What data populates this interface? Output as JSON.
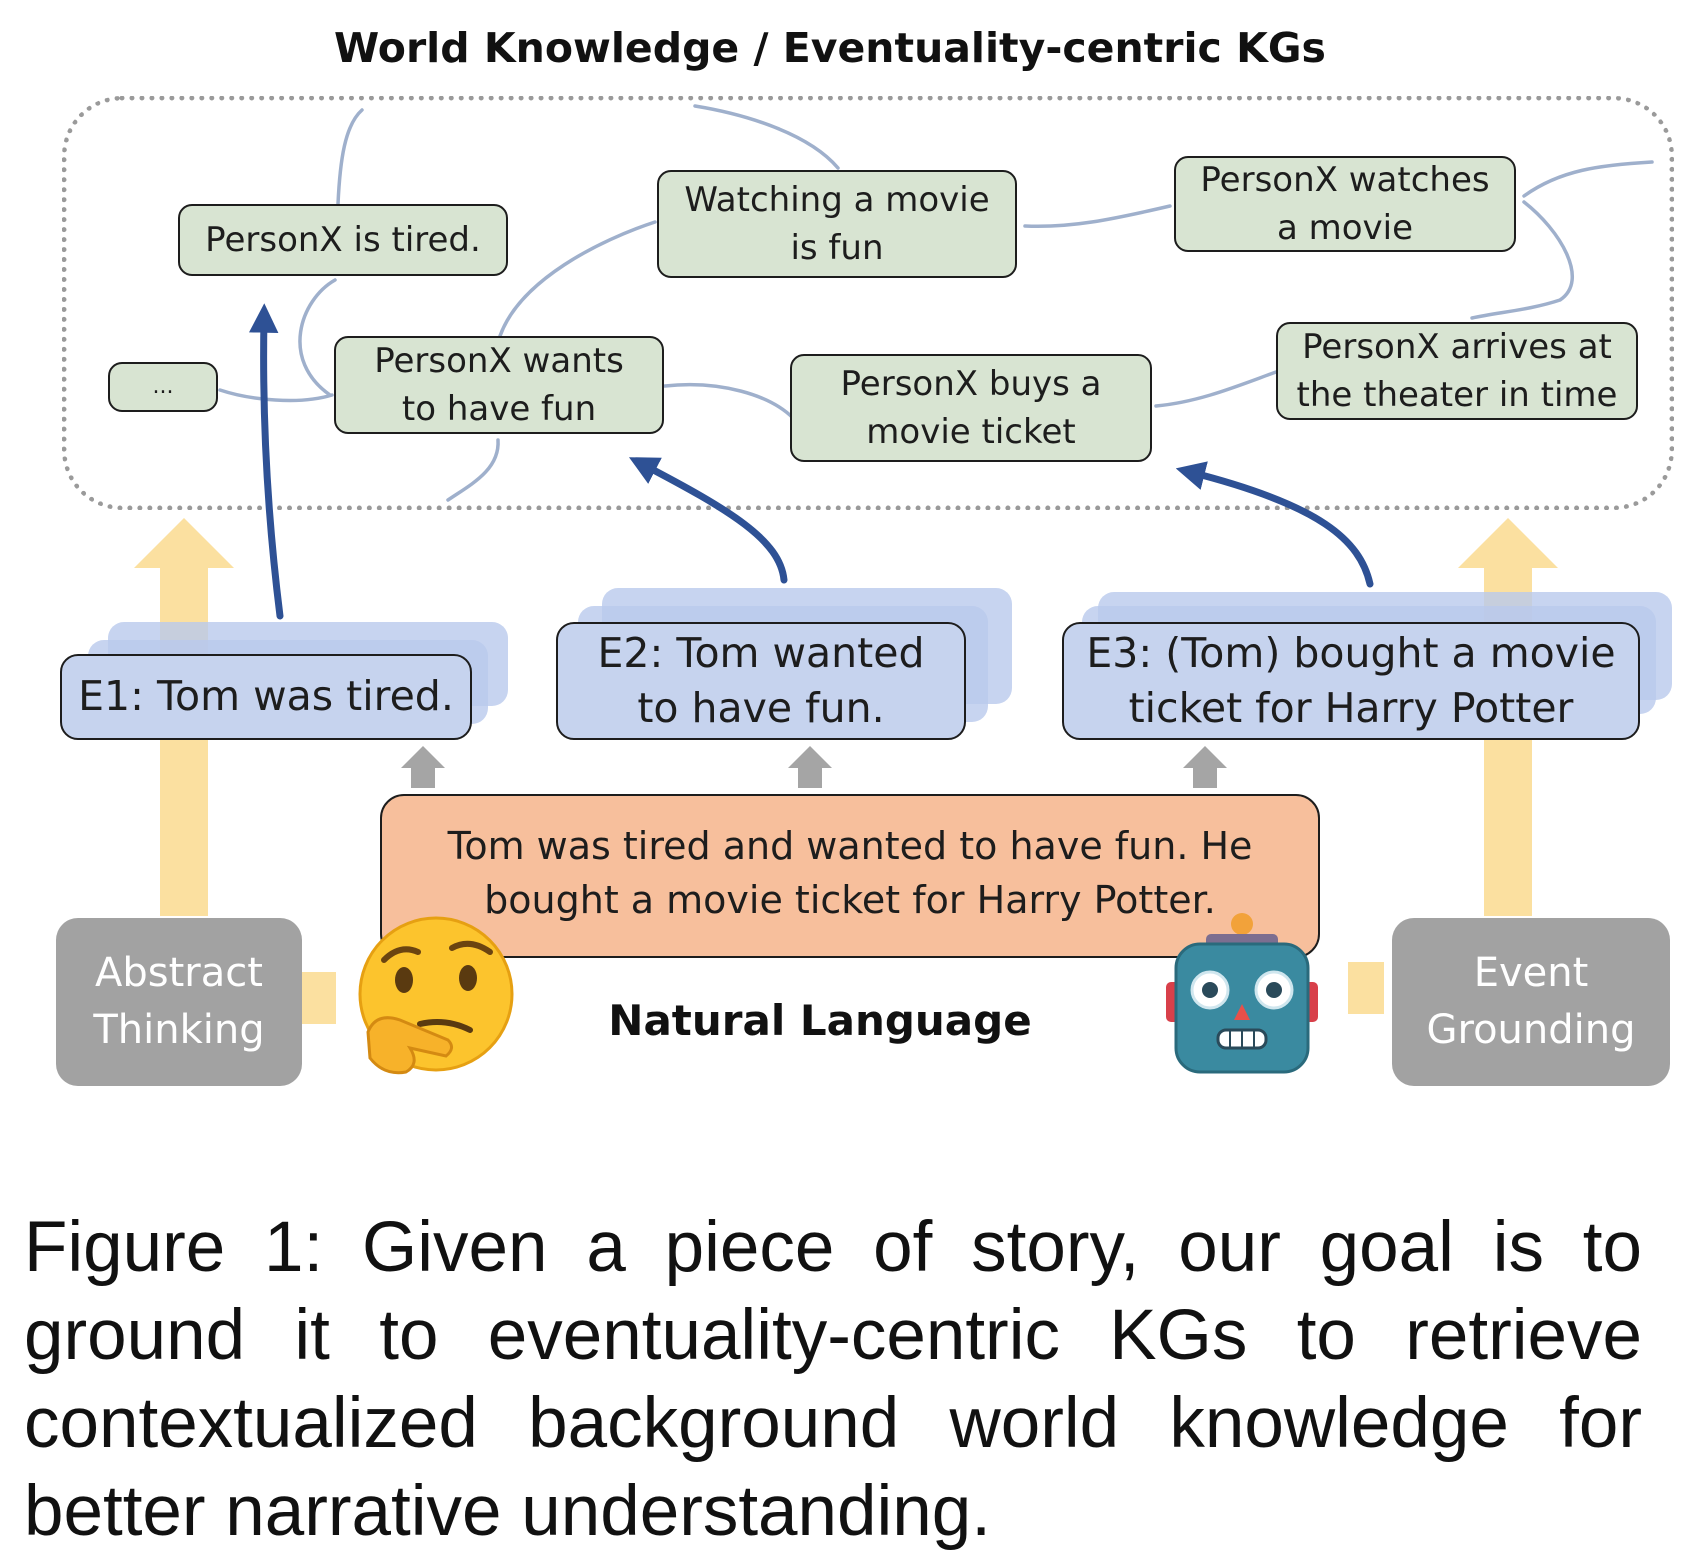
{
  "title": "World Knowledge / Eventuality-centric KGs",
  "kg_nodes": {
    "tired": "PersonX is tired.",
    "watching_fun": "Watching a movie\nis fun",
    "watches": "PersonX watches\na movie",
    "ellipsis": "...",
    "wants_fun": "PersonX wants\nto have fun",
    "buys_ticket": "PersonX buys a\nmovie ticket",
    "arrives": "PersonX arrives at\nthe theater in time"
  },
  "events": {
    "e1_label": "E1:",
    "e1_text": " Tom was tired.",
    "e2_label": "E2:",
    "e2_text": " Tom wanted\nto have fun.",
    "e3_label": "E3:",
    "e3_text": " (Tom) bought a movie\nticket for Harry Potter"
  },
  "story": "Tom was tired and wanted to have fun. He bought a movie ticket for Harry Potter.",
  "natural_language_label": "Natural Language",
  "abstract_thinking": "Abstract\nThinking",
  "event_grounding": "Event\nGrounding",
  "icons": {
    "thinking": "thinking-face-icon",
    "robot": "robot-icon"
  },
  "colors": {
    "kg_node": "#d8e4d2",
    "event": "#c6d3ee",
    "story": "#f7bf9c",
    "grey": "#a2a2a2",
    "yellow_arrow": "#fbe0a0",
    "blue_arrow": "#2e5195",
    "kg_edge": "#9fb0cc"
  },
  "caption": "Figure 1: Given a piece of story, our goal is to ground it to eventuality-centric KGs to retrieve contextualized background world knowledge for better narrative understanding."
}
